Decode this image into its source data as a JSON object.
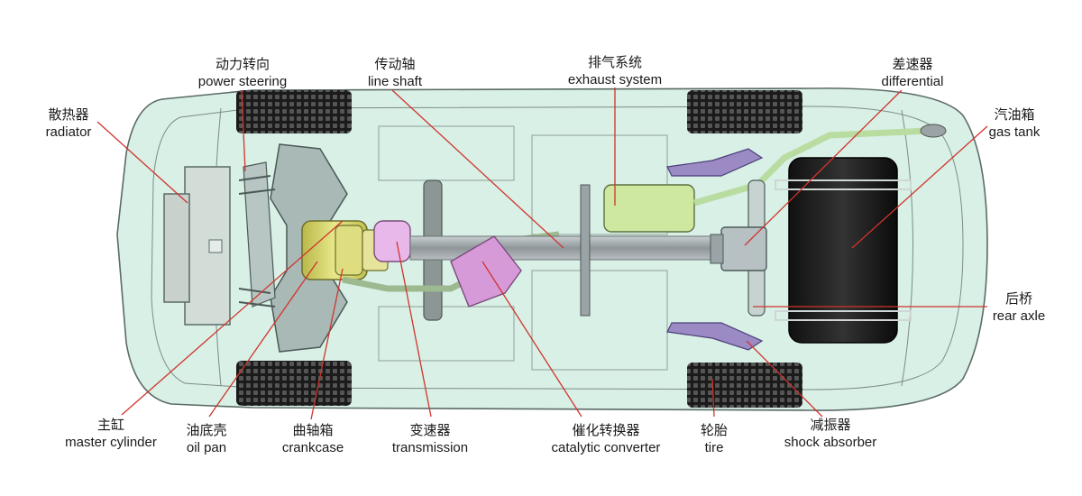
{
  "labels": {
    "power_steering": {
      "zh": "动力转向",
      "en": "power steering"
    },
    "line_shaft": {
      "zh": "传动轴",
      "en": "line shaft"
    },
    "exhaust_system": {
      "zh": "排气系统",
      "en": "exhaust system"
    },
    "differential": {
      "zh": "差速器",
      "en": "differential"
    },
    "radiator": {
      "zh": "散热器",
      "en": "radiator"
    },
    "gas_tank": {
      "zh": "汽油箱",
      "en": "gas tank"
    },
    "rear_axle": {
      "zh": "后桥",
      "en": "rear axle"
    },
    "master_cylinder": {
      "zh": "主缸",
      "en": "master cylinder"
    },
    "oil_pan": {
      "zh": "油底壳",
      "en": "oil pan"
    },
    "crankcase": {
      "zh": "曲轴箱",
      "en": "crankcase"
    },
    "transmission": {
      "zh": "变速器",
      "en": "transmission"
    },
    "catalytic_converter": {
      "zh": "催化转换器",
      "en": "catalytic converter"
    },
    "tire": {
      "zh": "轮胎",
      "en": "tire"
    },
    "shock_absorber": {
      "zh": "减振器",
      "en": "shock absorber"
    }
  },
  "colors": {
    "body_fill": "#d8f0e6",
    "body_stroke": "#5b6b66",
    "leader_line": "#d0342c",
    "tire": "#1b1b1b",
    "engine": "#d8d86a",
    "transmission": "#e9b8ea",
    "catalytic": "#d79ad8",
    "shaft": "#a8aeb0",
    "muffler": "#cfe8a0",
    "suspension": "#9b8ac4"
  }
}
